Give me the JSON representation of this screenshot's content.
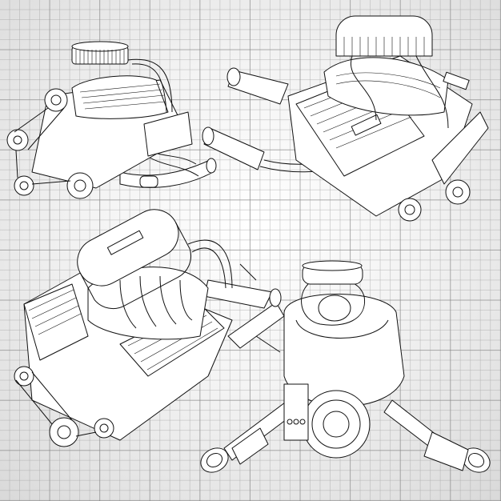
{
  "illustration": {
    "background": "grid-paper",
    "colors": {
      "line": "#111111",
      "fill": "#ffffff",
      "grid": "#a0a0a0"
    },
    "views": [
      {
        "id": "engine-view-top-left"
      },
      {
        "id": "engine-view-top-right"
      },
      {
        "id": "engine-view-bottom-left"
      },
      {
        "id": "engine-view-bottom-right"
      }
    ]
  }
}
